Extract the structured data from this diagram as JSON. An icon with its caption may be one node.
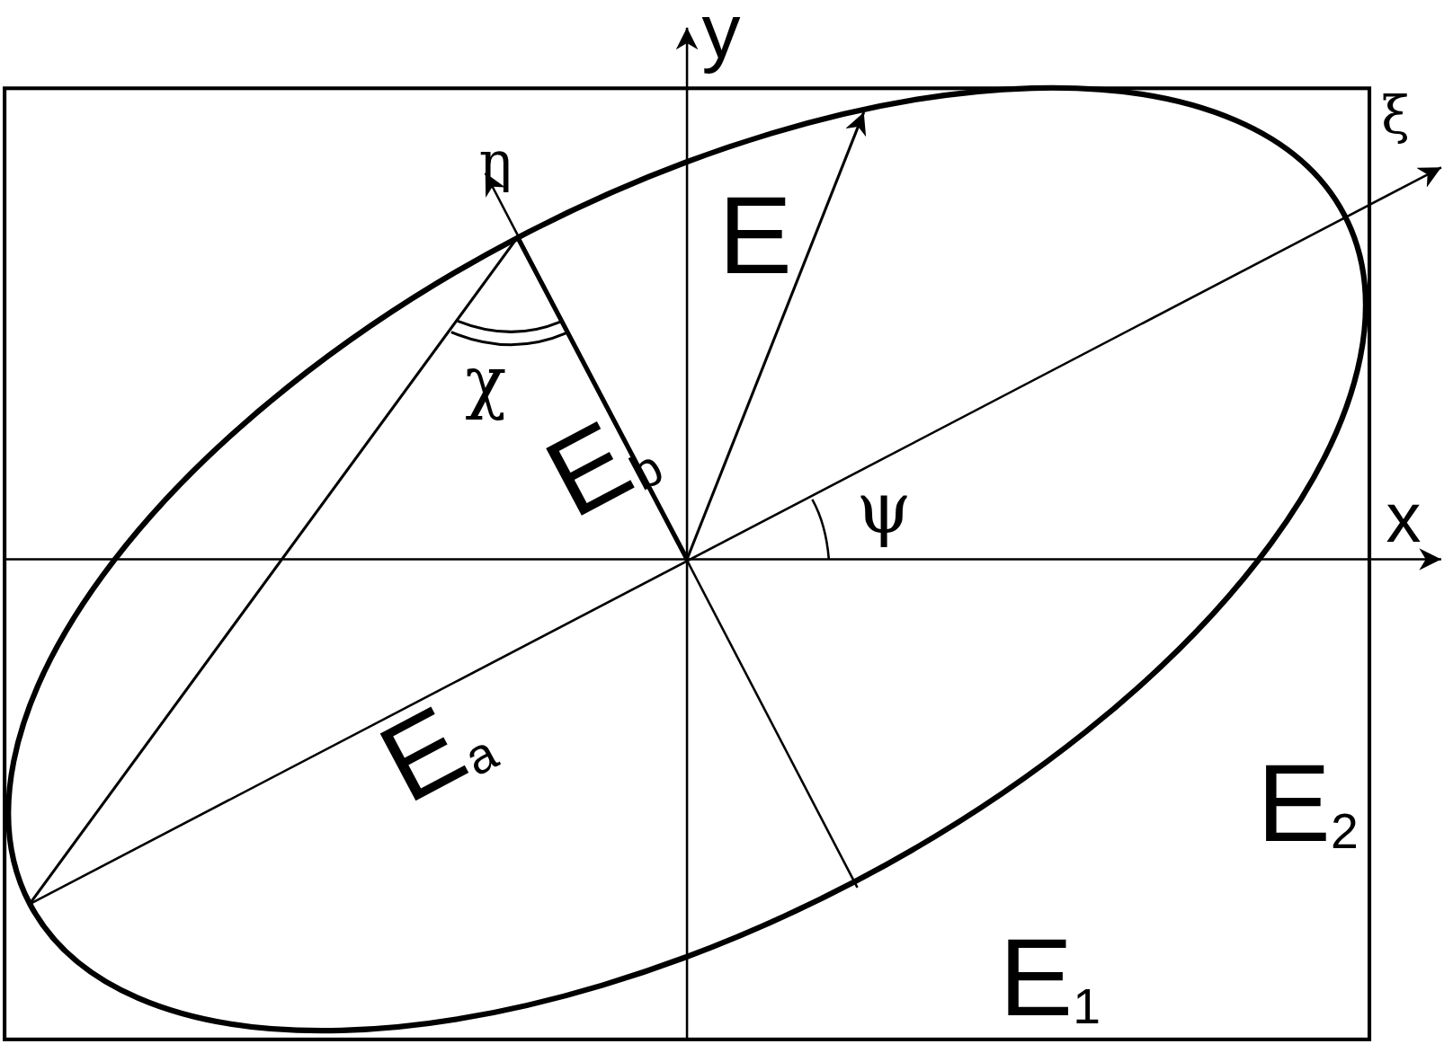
{
  "diagram": {
    "labels": [
      "y",
      "ξ",
      "η",
      "E",
      "χ",
      "E$_{b}$",
      "ψ",
      "x",
      "E$_{a}$",
      "E$_{2}$",
      "E$_{1}$"
    ]
  }
}
